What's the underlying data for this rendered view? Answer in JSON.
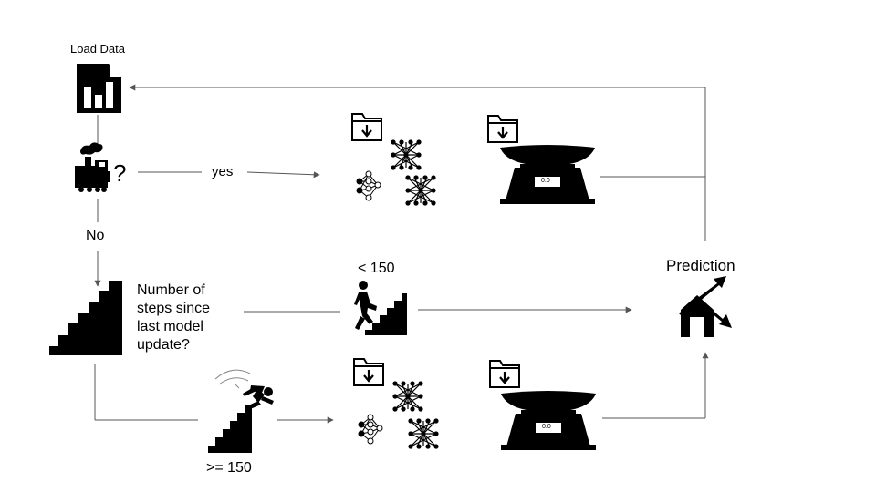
{
  "labels": {
    "load_data": "Load Data",
    "question_mark": "?",
    "yes": "yes",
    "no": "No",
    "question": [
      "Number of",
      "steps since",
      "last model",
      "update?"
    ],
    "less_than": "< 150",
    "greater_equal": ">= 150",
    "prediction": "Prediction",
    "scale_readout_top": "0.0",
    "scale_readout_bottom": "0.0"
  },
  "icons": [
    "document-chart-icon",
    "train-icon",
    "stairs-icon",
    "climbing-person-icon",
    "falling-person-icon",
    "folder-download-icon",
    "neural-network-icon",
    "scale-icon",
    "house-chart-icon"
  ]
}
